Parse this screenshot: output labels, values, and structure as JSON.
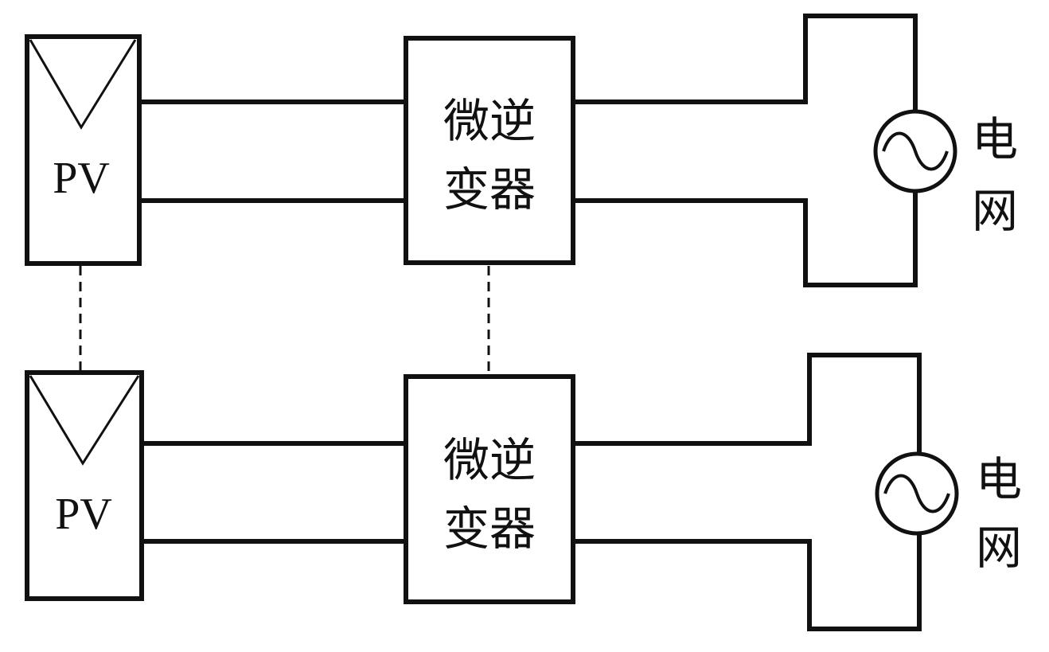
{
  "title": "PV micro-inverter grid connection diagram",
  "branches": [
    {
      "pv_label": "PV",
      "inverter_label_line1": "微逆",
      "inverter_label_line2": "变器",
      "grid_label_line1": "电",
      "grid_label_line2": "网"
    },
    {
      "pv_label": "PV",
      "inverter_label_line1": "微逆",
      "inverter_label_line2": "变器",
      "grid_label_line1": "电",
      "grid_label_line2": "网"
    }
  ],
  "colors": {
    "stroke": "#111111",
    "background": "#ffffff"
  }
}
